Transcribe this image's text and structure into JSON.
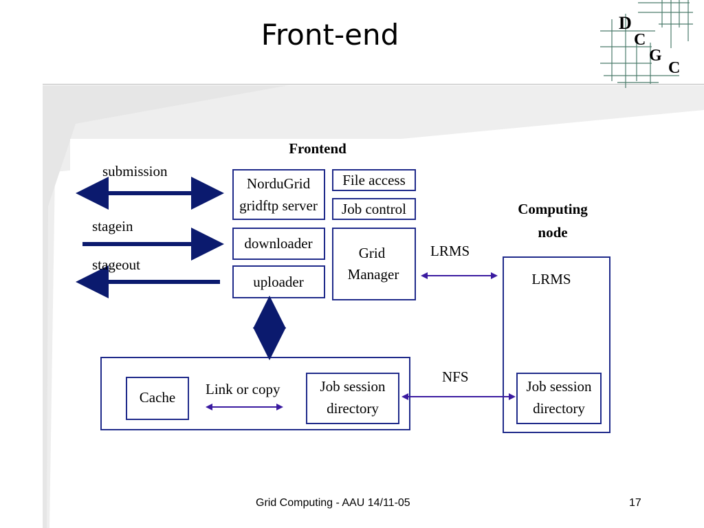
{
  "slide": {
    "title": "Front-end",
    "footer": "Grid Computing - AAU 14/11-05",
    "page_number": "17"
  },
  "logo": {
    "letters": [
      "D",
      "C",
      "G",
      "C"
    ],
    "colors": {
      "grid_lines": "#4a7a6a",
      "letters": "#000000"
    }
  },
  "diagram": {
    "colors": {
      "box_border": "#1f2a8a",
      "arrow_blue": "#0b1a6e",
      "arrow_purple": "#3a1aa0"
    },
    "frontend_title": "Frontend",
    "computing_node_title": [
      "Computing",
      "node"
    ],
    "external_labels": {
      "submission": "submission",
      "stagein": "stagein",
      "stageout": "stageout"
    },
    "boxes": {
      "gridftp": [
        "NorduGrid",
        "gridftp server"
      ],
      "file_access": "File access",
      "job_control": "Job control",
      "downloader": "downloader",
      "uploader": "uploader",
      "grid_manager": [
        "Grid",
        "Manager"
      ],
      "cache": "Cache",
      "job_session_frontend": [
        "Job session",
        "directory"
      ],
      "node_lrms": "LRMS",
      "job_session_node": [
        "Job session",
        "directory"
      ]
    },
    "link_labels": {
      "lrms": "LRMS",
      "nfs": "NFS",
      "link_or_copy": "Link or copy"
    }
  }
}
